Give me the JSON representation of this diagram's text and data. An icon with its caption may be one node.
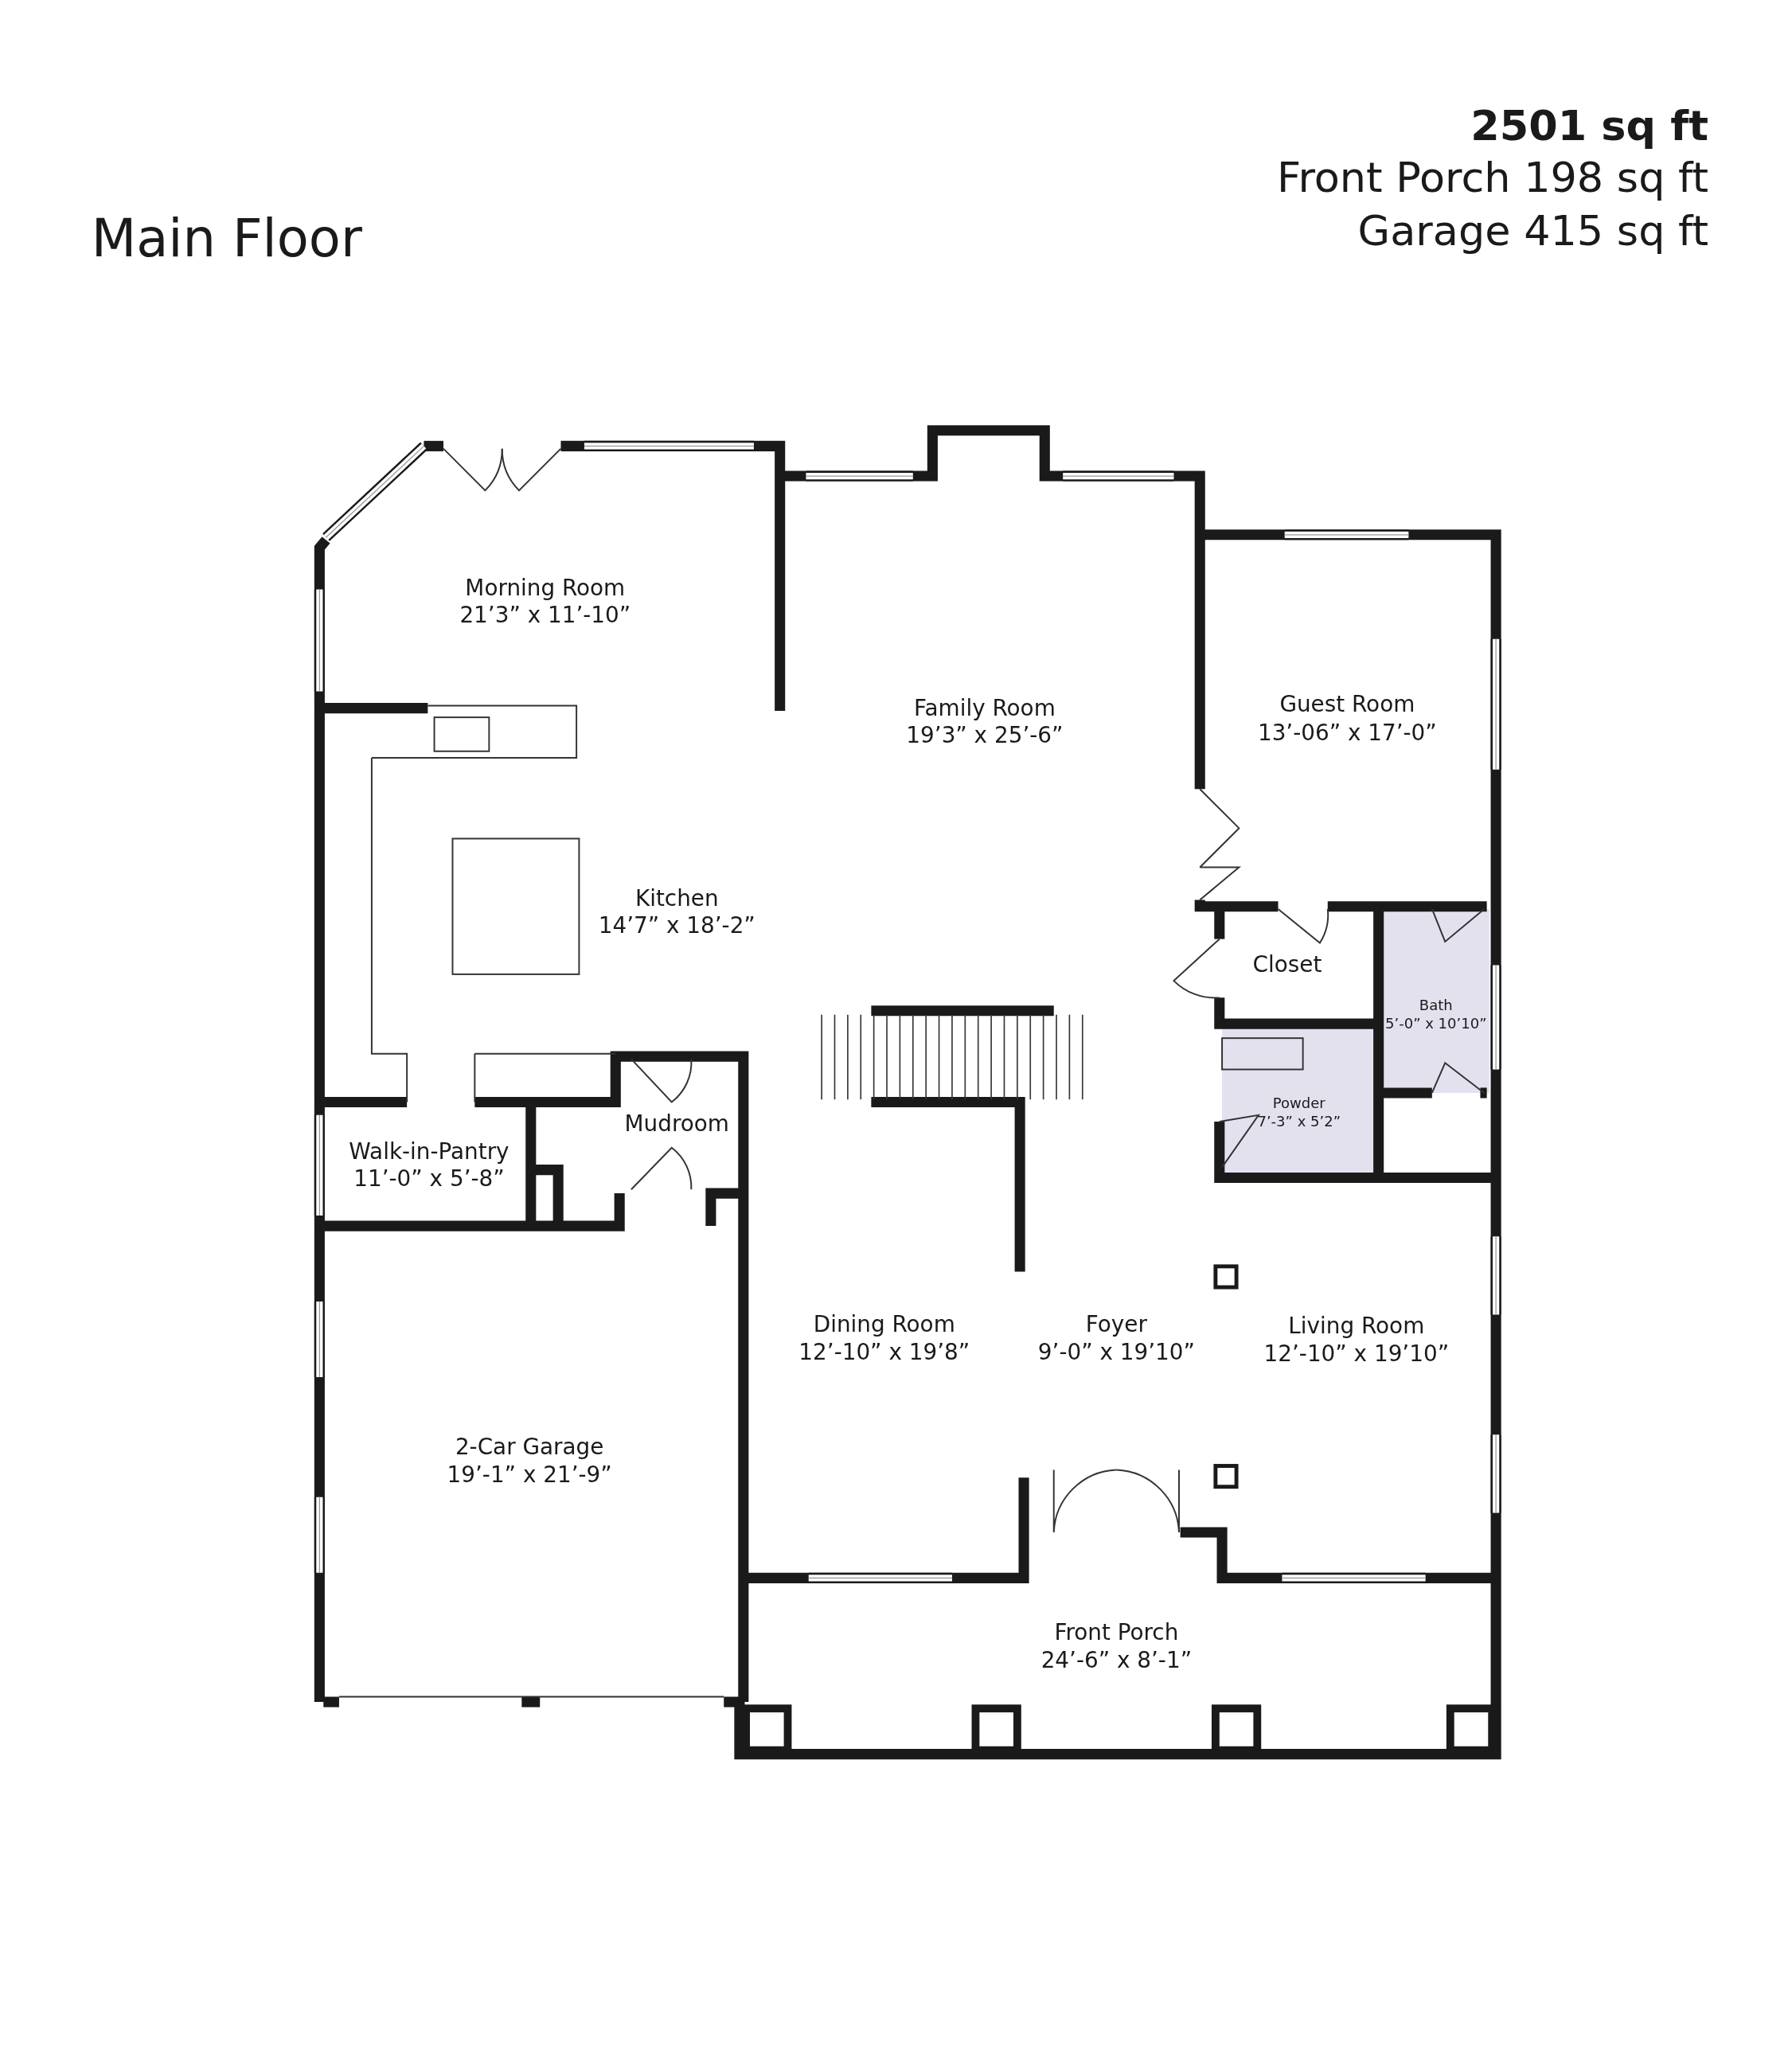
{
  "diagram": {
    "title": "Main Floor",
    "labels": [
      "2501 sq ft",
      "Front Porch 198 sq ft",
      "Garage 415 sq ft",
      "Morning Room",
      "21’3” x 11’-10”",
      "Family Room",
      "19’3” x 25’-6”",
      "Guest Room",
      "13’-06” x 17’-0”",
      "Kitchen",
      "14’7” x 18’-2”",
      "Closet",
      "Bath",
      "5’-0” x 10’10”",
      "Powder",
      "7’-3” x 5’2”",
      "Mudroom",
      "Walk-in-Pantry",
      "11’-0” x 5’-8”",
      "Dining Room",
      "12’-10” x 19’8”",
      "Foyer",
      "9’-0” x 19’10”",
      "Living Room",
      "12’-10” x 19’10”",
      "2-Car Garage",
      "19’-1” x 21’-9”",
      "Front Porch",
      "24’-6” x 8’-1”"
    ]
  }
}
